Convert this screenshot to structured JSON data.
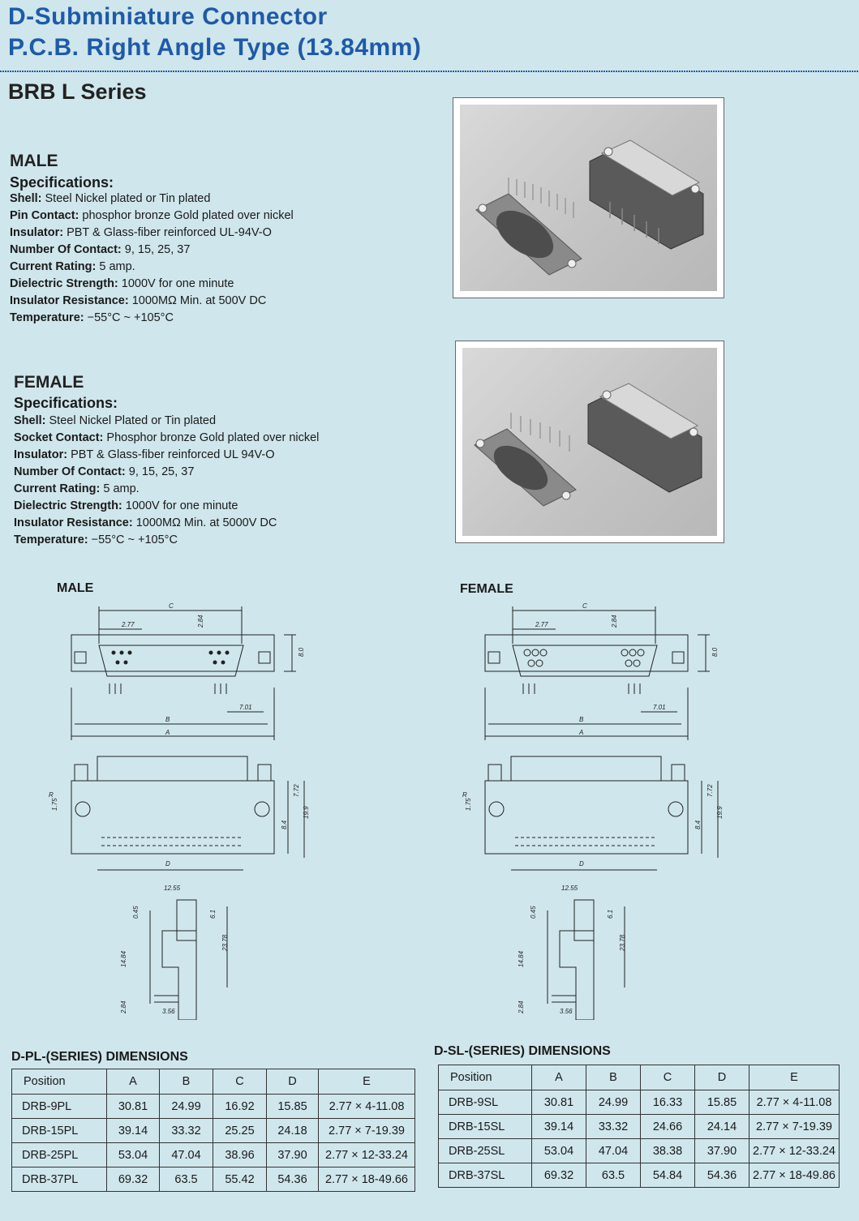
{
  "header": {
    "title_line1": "D-Subminiature Connector",
    "title_line2": "P.C.B. Right Angle Type (13.84mm)",
    "series": "BRB L Series"
  },
  "male": {
    "heading": "MALE",
    "spec_title": "Specifications:",
    "specs": [
      {
        "k": "Shell:",
        "v": "Steel Nickel plated or Tin plated"
      },
      {
        "k": "Pin Contact:",
        "v": "phosphor bronze Gold plated over nickel"
      },
      {
        "k": "Insulator:",
        "v": "PBT & Glass-fiber reinforced UL-94V-O"
      },
      {
        "k": "Number Of Contact:",
        "v": "9, 15, 25, 37"
      },
      {
        "k": "Current Rating:",
        "v": "5 amp."
      },
      {
        "k": "Dielectric Strength:",
        "v": "1000V for one minute"
      },
      {
        "k": "Insulator Resistance:",
        "v": "1000MΩ Min. at 500V DC"
      },
      {
        "k": "Temperature:",
        "v": "−55°C ~ +105°C"
      }
    ]
  },
  "female": {
    "heading": "FEMALE",
    "spec_title": "Specifications:",
    "specs": [
      {
        "k": "Shell:",
        "v": "Steel Nickel Plated or Tin plated"
      },
      {
        "k": "Socket Contact:",
        "v": "Phosphor bronze Gold plated over nickel"
      },
      {
        "k": "Insulator:",
        "v": "PBT & Glass-fiber reinforced UL 94V-O"
      },
      {
        "k": "Number Of Contact:",
        "v": "9, 15, 25, 37"
      },
      {
        "k": "Current Rating:",
        "v": "5 amp."
      },
      {
        "k": "Dielectric Strength:",
        "v": "1000V for one minute"
      },
      {
        "k": "Insulator Resistance:",
        "v": "1000MΩ Min. at 5000V DC"
      },
      {
        "k": "Temperature:",
        "v": "−55°C ~ +105°C"
      }
    ]
  },
  "drawings": {
    "male_label": "MALE",
    "female_label": "FEMALE",
    "dims": {
      "C": "C",
      "B": "B",
      "A": "A",
      "D": "D",
      "d277": "2.77",
      "d284": "2.84",
      "d80": "8.0",
      "d701": "7.01",
      "d175": "1.75",
      "R": "R",
      "d772": "7.72",
      "d84": "8.4",
      "d199": "19.9",
      "d1255": "12.55",
      "d045": "0.45",
      "d61": "6.1",
      "d1484": "14.84",
      "d2378": "23.78",
      "d356": "3.56"
    }
  },
  "tables": {
    "pl": {
      "title": "D-PL-(SERIES) DIMENSIONS",
      "headers": [
        "Position",
        "A",
        "B",
        "C",
        "D",
        "E"
      ],
      "rows": [
        [
          "DRB-9PL",
          "30.81",
          "24.99",
          "16.92",
          "15.85",
          "2.77 × 4-11.08"
        ],
        [
          "DRB-15PL",
          "39.14",
          "33.32",
          "25.25",
          "24.18",
          "2.77 × 7-19.39"
        ],
        [
          "DRB-25PL",
          "53.04",
          "47.04",
          "38.96",
          "37.90",
          "2.77 × 12-33.24"
        ],
        [
          "DRB-37PL",
          "69.32",
          "63.5",
          "55.42",
          "54.36",
          "2.77 × 18-49.66"
        ]
      ]
    },
    "sl": {
      "title": "D-SL-(SERIES) DIMENSIONS",
      "headers": [
        "Position",
        "A",
        "B",
        "C",
        "D",
        "E"
      ],
      "rows": [
        [
          "DRB-9SL",
          "30.81",
          "24.99",
          "16.33",
          "15.85",
          "2.77 × 4-11.08"
        ],
        [
          "DRB-15SL",
          "39.14",
          "33.32",
          "24.66",
          "24.14",
          "2.77 × 7-19.39"
        ],
        [
          "DRB-25SL",
          "53.04",
          "47.04",
          "38.38",
          "37.90",
          "2.77 × 12-33.24"
        ],
        [
          "DRB-37SL",
          "69.32",
          "63.5",
          "54.84",
          "54.36",
          "2.77 × 18-49.86"
        ]
      ]
    }
  },
  "colors": {
    "title": "#1e5aa8",
    "background": "#cfe6ec"
  }
}
